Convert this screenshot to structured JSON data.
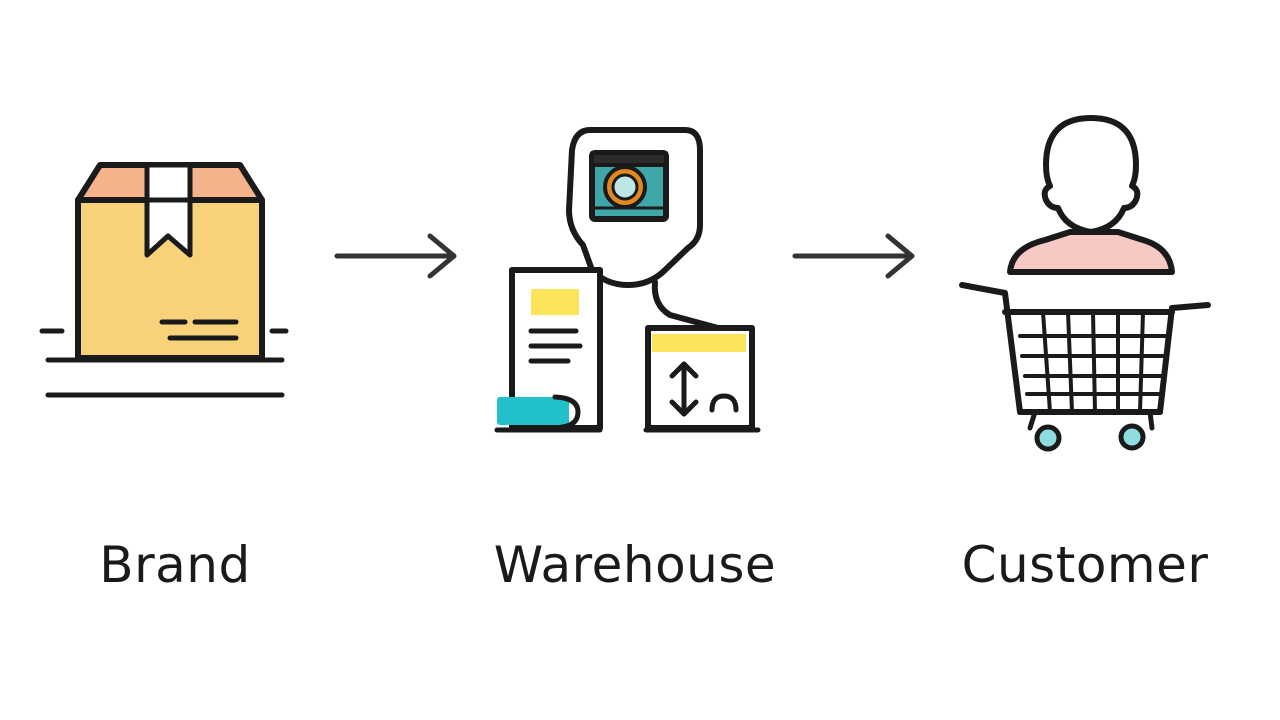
{
  "steps": [
    {
      "label": "Brand",
      "icon": "package-box-icon"
    },
    {
      "label": "Warehouse",
      "icon": "warehouse-robot-icon"
    },
    {
      "label": "Customer",
      "icon": "customer-cart-icon"
    }
  ],
  "connectors": [
    "arrow-right-icon",
    "arrow-right-icon"
  ],
  "colors": {
    "stroke": "#1a1a1a",
    "box_fill": "#F8D27A",
    "box_lid": "#F4B38A",
    "highlight_yellow": "#FBE35A",
    "teal": "#22C0C9",
    "camera_teal": "#3FA7A8",
    "lens_orange": "#E08A1E",
    "shoulder_pink": "#F7C9C4",
    "wheel_fill": "#8FDDE0"
  }
}
